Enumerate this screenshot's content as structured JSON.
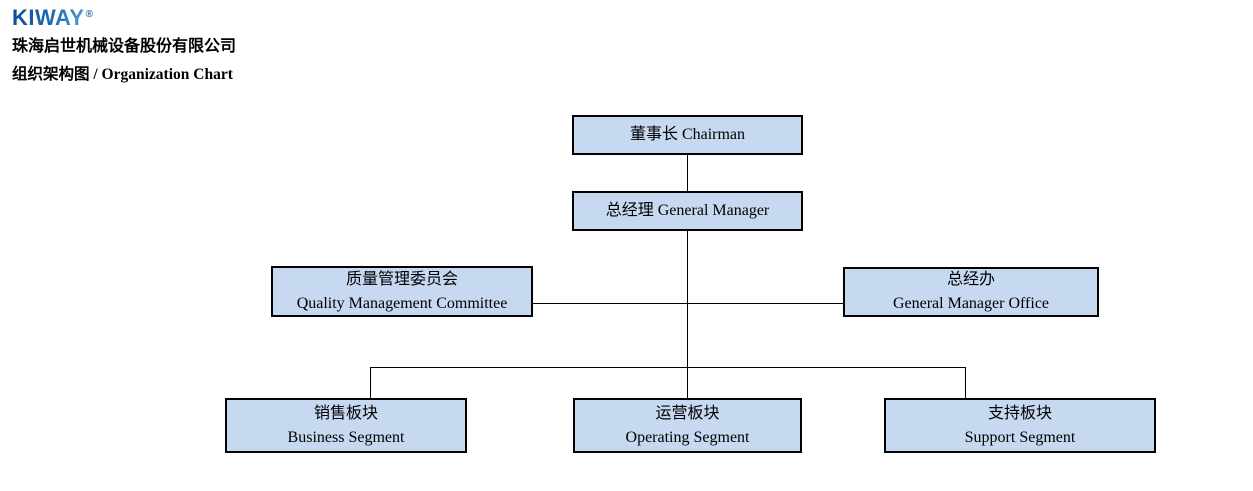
{
  "header": {
    "logo_text": "KIWAY",
    "logo_reg": "®",
    "company_name": "珠海启世机械设备股份有限公司",
    "page_title": "组织架构图 / Organization Chart"
  },
  "colors": {
    "node_fill": "#c6d9f0",
    "node_border": "#000000",
    "connector": "#000000",
    "logo_blue_dark": "#0c4a97",
    "logo_blue_light": "#4d9fd8"
  },
  "org_chart": {
    "type": "org-hierarchy",
    "nodes": {
      "chairman": {
        "label": "董事长 Chairman",
        "level": 1
      },
      "general_manager": {
        "label": "总经理 General Manager",
        "level": 2
      },
      "quality_committee": {
        "zh": "质量管理委员会",
        "en": "Quality Management Committee",
        "level": 3
      },
      "gm_office": {
        "zh": "总经办",
        "en": "General Manager Office",
        "level": 3
      },
      "business_segment": {
        "zh": "销售板块",
        "en": "Business Segment",
        "level": 4
      },
      "operating_segment": {
        "zh": "运营板块",
        "en": "Operating Segment",
        "level": 4
      },
      "support_segment": {
        "zh": "支持板块",
        "en": "Support Segment",
        "level": 4
      }
    },
    "edges": [
      [
        "chairman",
        "general_manager"
      ],
      [
        "general_manager",
        "quality_committee"
      ],
      [
        "general_manager",
        "gm_office"
      ],
      [
        "general_manager",
        "business_segment"
      ],
      [
        "general_manager",
        "operating_segment"
      ],
      [
        "general_manager",
        "support_segment"
      ]
    ]
  }
}
